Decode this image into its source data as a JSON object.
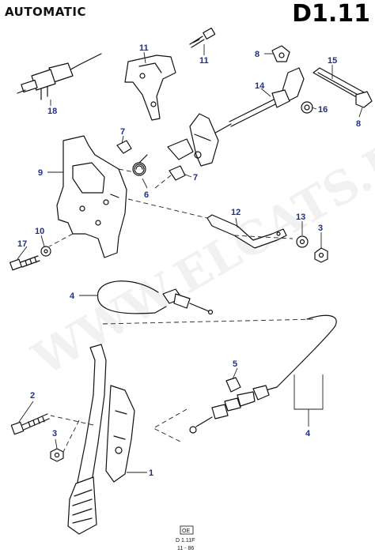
{
  "header": {
    "title": "AUTOMATIC",
    "code": "D1.11"
  },
  "watermark": "WWW.ELCATS.RU",
  "stamp": {
    "box": "OE",
    "ref": "D 1.11F",
    "date": "11 - 86"
  },
  "callouts": [
    {
      "id": "c-1",
      "label": "1"
    },
    {
      "id": "c-2",
      "label": "2"
    },
    {
      "id": "c-3a",
      "label": "3"
    },
    {
      "id": "c-3b",
      "label": "3"
    },
    {
      "id": "c-4a",
      "label": "4"
    },
    {
      "id": "c-4b",
      "label": "4"
    },
    {
      "id": "c-5",
      "label": "5"
    },
    {
      "id": "c-6",
      "label": "6"
    },
    {
      "id": "c-7a",
      "label": "7"
    },
    {
      "id": "c-7b",
      "label": "7"
    },
    {
      "id": "c-8a",
      "label": "8"
    },
    {
      "id": "c-8b",
      "label": "8"
    },
    {
      "id": "c-9",
      "label": "9"
    },
    {
      "id": "c-10",
      "label": "10"
    },
    {
      "id": "c-11a",
      "label": "11"
    },
    {
      "id": "c-11b",
      "label": "11"
    },
    {
      "id": "c-12",
      "label": "12"
    },
    {
      "id": "c-13",
      "label": "13"
    },
    {
      "id": "c-14",
      "label": "14"
    },
    {
      "id": "c-15",
      "label": "15"
    },
    {
      "id": "c-16",
      "label": "16"
    },
    {
      "id": "c-17",
      "label": "17"
    },
    {
      "id": "c-18",
      "label": "18"
    }
  ],
  "colors": {
    "callout": "#1c2f8c",
    "line": "#111111"
  }
}
